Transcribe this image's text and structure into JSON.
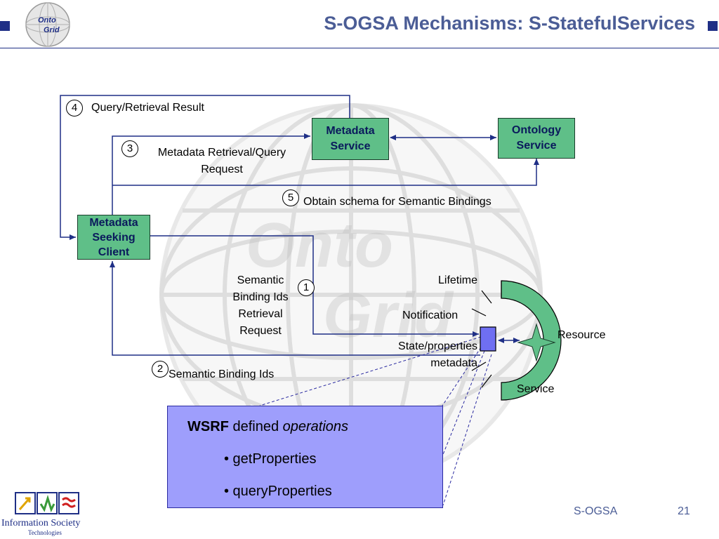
{
  "header": {
    "title": "S-OGSA Mechanisms: S-StatefulServices",
    "logo_text_line1": "Onto",
    "logo_text_line2": "Grid"
  },
  "boxes": {
    "metadata_service": "Metadata Service",
    "ontology_service": "Ontology Service",
    "client_line1": "Metadata",
    "client_line2": "Seeking",
    "client_line3": "Client"
  },
  "steps": {
    "s1": "1",
    "s2": "2",
    "s3": "3",
    "s4": "4",
    "s5": "5"
  },
  "labels": {
    "query_result": "Query/Retrieval Result",
    "retrieval_request_line1": "Metadata Retrieval/Query",
    "retrieval_request_line2": "Request",
    "obtain_schema": "Obtain schema for Semantic Bindings",
    "sb_request_line1": "Semantic",
    "sb_request_line2": "Binding Ids",
    "sb_request_line3": "Retrieval",
    "sb_request_line4": "Request",
    "sb_ids": "Semantic Binding Ids",
    "lifetime": "Lifetime",
    "notification": "Notification",
    "state_line1": "State/properties",
    "state_line2": "metadata",
    "resource": "Resource",
    "service": "Service"
  },
  "wsrf": {
    "bold": "WSRF",
    "normal": "defined",
    "italic": "operations",
    "op1": "• getProperties",
    "op2": "• queryProperties"
  },
  "footer": {
    "left": "S-OGSA",
    "page": "21",
    "ist_name": "Information Society",
    "ist_sub": "Technologies"
  },
  "colors": {
    "title": "#4b5d96",
    "box_green": "#5fbf88",
    "wsrf_fill": "#9e9efc",
    "arrow_blue": "#1f2f86"
  }
}
